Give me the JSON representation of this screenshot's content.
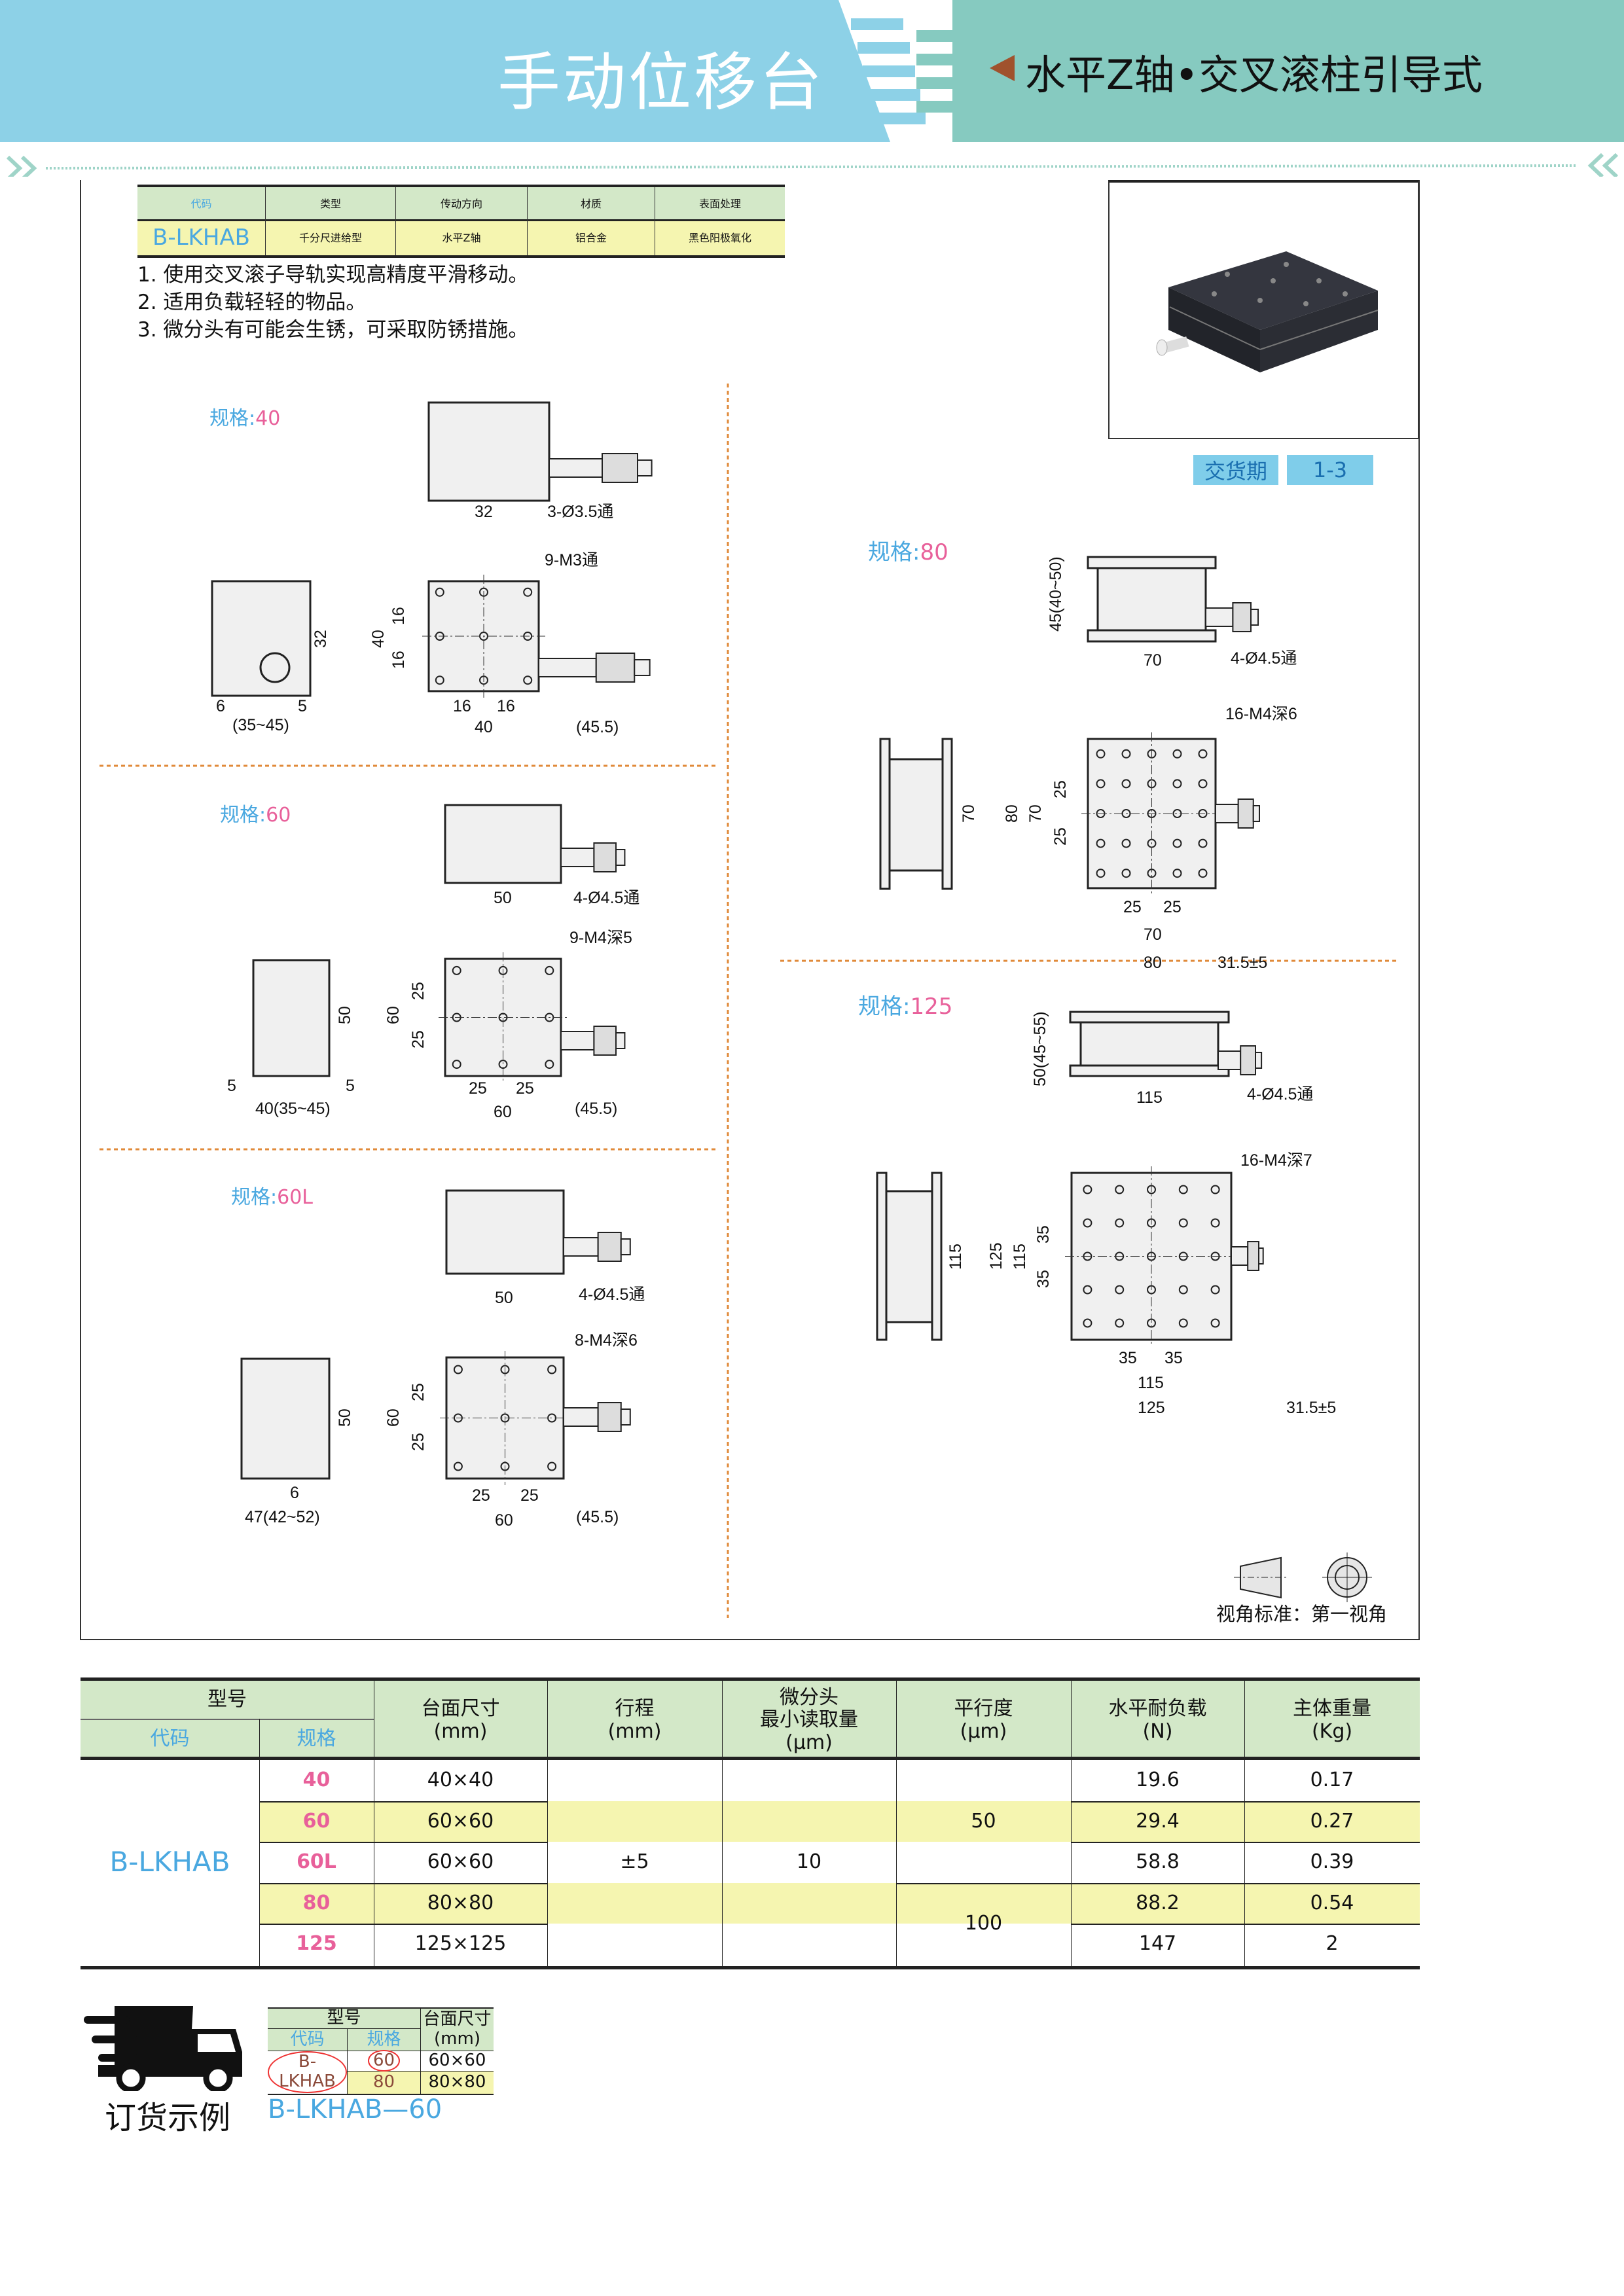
{
  "header": {
    "title": "手动位移台",
    "subtitle": "水平Z轴•交叉滚柱引导式"
  },
  "colors": {
    "blue_band": "#8dd1e7",
    "teal_band": "#86cac0",
    "green_header": "#d3e8c8",
    "yellow_row": "#f5f5b0",
    "code_blue": "#4aa8e0",
    "spec_pink": "#e8609a"
  },
  "intro_table": {
    "headers": [
      "代码",
      "类型",
      "传动方向",
      "材质",
      "表面处理"
    ],
    "values": [
      "B-LKHAB",
      "千分尺进给型",
      "水平Z轴",
      "铝合金",
      "黑色阳极氧化"
    ]
  },
  "notes": [
    "1. 使用交叉滚子导轨实现高精度平滑移动。",
    "2. 适用负载轻轻的物品。",
    "3. 微分头有可能会生锈，可采取防锈措施。"
  ],
  "delivery": {
    "label": "交货期",
    "value": "1-3"
  },
  "drawings": {
    "s40": {
      "label": "规格:",
      "value": "40",
      "dims": [
        "32",
        "3-Ø3.5通",
        "9-M3通",
        "32",
        "40",
        "16",
        "16",
        "6",
        "5",
        "(35~45)",
        "16",
        "16",
        "40",
        "(45.5)"
      ]
    },
    "s60": {
      "label": "规格:",
      "value": "60",
      "dims": [
        "50",
        "4-Ø4.5通",
        "9-M4深5",
        "50",
        "5",
        "5",
        "40(35~45)",
        "60",
        "25",
        "25",
        "25",
        "25",
        "60",
        "(45.5)"
      ]
    },
    "s60L": {
      "label": "规格:",
      "value": "60L",
      "dims": [
        "50",
        "4-Ø4.5通",
        "8-M4深6",
        "50",
        "6",
        "47(42~52)",
        "60",
        "25",
        "25",
        "25",
        "25",
        "60",
        "(45.5)"
      ]
    },
    "s80": {
      "label": "规格:",
      "value": "80",
      "dims": [
        "45(40~50)",
        "70",
        "4-Ø4.5通",
        "16-M4深6",
        "70",
        "80",
        "70",
        "25",
        "25",
        "25",
        "25",
        "70",
        "80",
        "31.5±5"
      ]
    },
    "s125": {
      "label": "规格:",
      "value": "125",
      "dims": [
        "50(45~55)",
        "115",
        "4-Ø4.5通",
        "16-M4深7",
        "115",
        "125",
        "115",
        "35",
        "35",
        "35",
        "35",
        "115",
        "125",
        "31.5±5"
      ]
    }
  },
  "view_standard": "视角标准：第一视角",
  "spec_table": {
    "header": {
      "model": "型号",
      "code": "代码",
      "size": "规格",
      "table_size": "台面尺寸",
      "table_size_unit": "(mm)",
      "stroke": "行程",
      "stroke_unit": "(mm)",
      "micro": "微分头",
      "micro2": "最小读取量",
      "micro_unit": "(μm)",
      "parallel": "平行度",
      "parallel_unit": "(μm)",
      "load": "水平耐负载",
      "load_unit": "(N)",
      "weight": "主体重量",
      "weight_unit": "(Kg)"
    },
    "code": "B-LKHAB",
    "stroke": "±5",
    "micro": "10",
    "parallel": [
      "50",
      "100"
    ],
    "rows": [
      {
        "size": "40",
        "table": "40×40",
        "load": "19.6",
        "weight": "0.17"
      },
      {
        "size": "60",
        "table": "60×60",
        "load": "29.4",
        "weight": "0.27"
      },
      {
        "size": "60L",
        "table": "60×60",
        "load": "58.8",
        "weight": "0.39"
      },
      {
        "size": "80",
        "table": "80×80",
        "load": "88.2",
        "weight": "0.54"
      },
      {
        "size": "125",
        "table": "125×125",
        "load": "147",
        "weight": "2"
      }
    ]
  },
  "order_example": {
    "title": "订货示例",
    "table": {
      "model": "型号",
      "code": "代码",
      "size": "规格",
      "table_size": "台面尺寸",
      "unit": "(mm)",
      "code_value": "B-LKHAB",
      "rows": [
        {
          "size": "60",
          "table": "60×60"
        },
        {
          "size": "80",
          "table": "80×80"
        }
      ]
    },
    "result": "B-LKHAB—60"
  }
}
